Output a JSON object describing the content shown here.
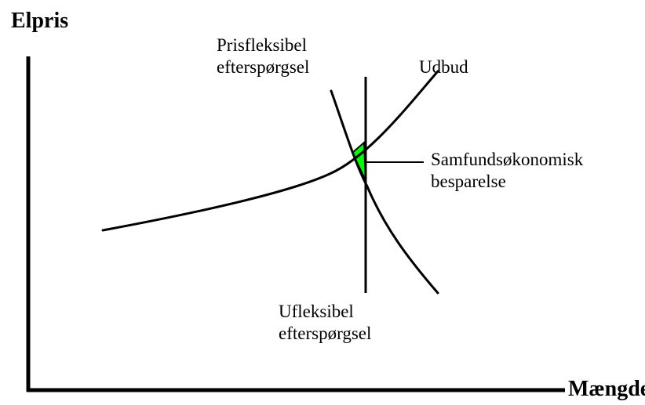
{
  "axes": {
    "y_label": "Elpris",
    "x_label": "Mængde"
  },
  "labels": {
    "flexible_demand": [
      "Prisfleksibel",
      "efterspørgsel"
    ],
    "supply": "Udbud",
    "savings": [
      "Samfundsøkonomisk",
      "besparelse"
    ],
    "inflexible_demand": [
      "Ufleksibel",
      "efterspørgsel"
    ]
  },
  "colors": {
    "line": "#000000",
    "savings_fill": "#00ff00",
    "background": "#ffffff"
  }
}
